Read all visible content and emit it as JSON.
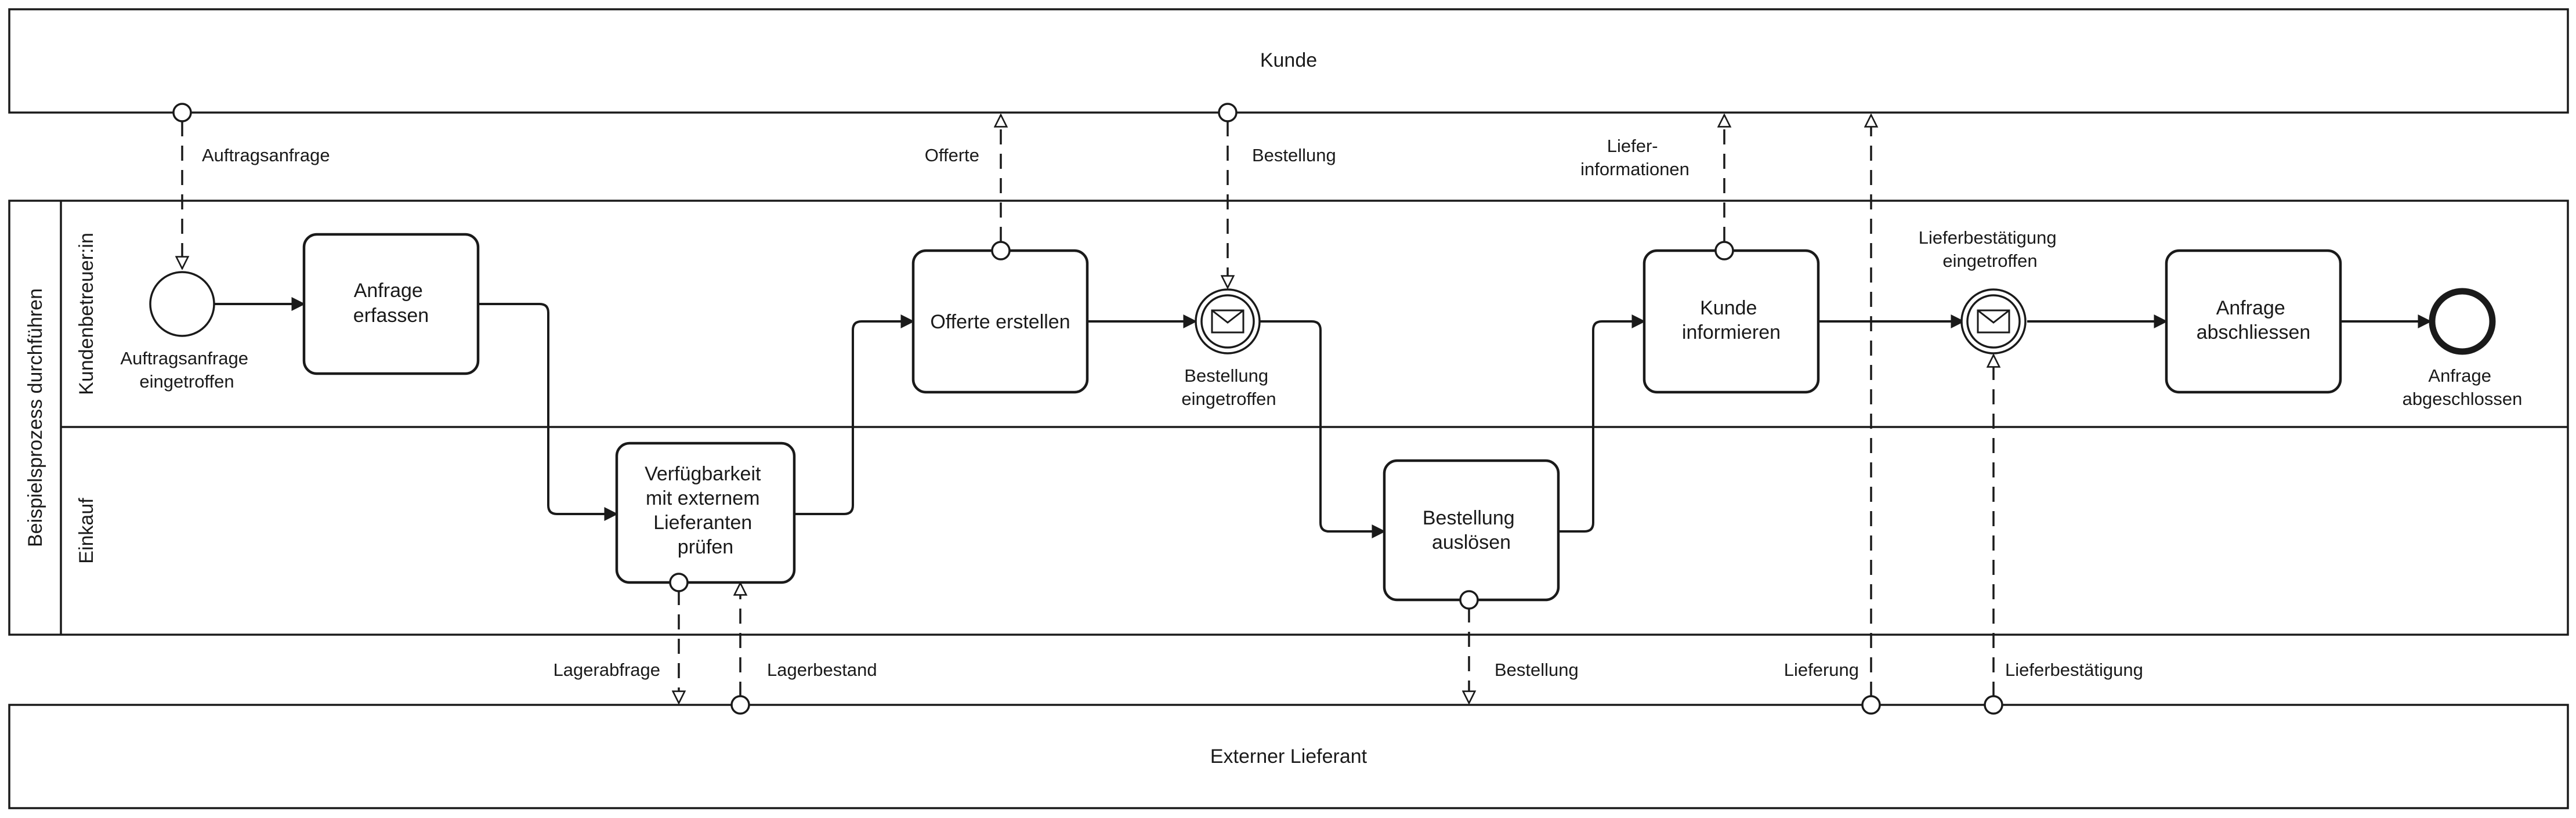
{
  "pools": {
    "top": "Kunde",
    "bottom": "Externer Lieferant",
    "main": "Beispielsprozess durchführen"
  },
  "lanes": {
    "kundenbetreuer": "Kundenbetreuer:in",
    "einkauf": "Einkauf"
  },
  "tasks": {
    "anfrage_erfassen": [
      "Anfrage",
      "erfassen"
    ],
    "offerte_erstellen": [
      "Offerte erstellen"
    ],
    "verfuegbarkeit": [
      "Verfügbarkeit",
      "mit externem",
      "Lieferanten",
      "prüfen"
    ],
    "bestellung_ausloesen": [
      "Bestellung",
      "auslösen"
    ],
    "kunde_informieren": [
      "Kunde",
      "informieren"
    ],
    "anfrage_abschliessen": [
      "Anfrage",
      "abschliessen"
    ]
  },
  "events": {
    "start": [
      "Auftragsanfrage",
      "eingetroffen"
    ],
    "bestellung_eingetroffen": [
      "Bestellung",
      "eingetroffen"
    ],
    "lieferbestaetigung_eingetroffen": [
      "Lieferbestätigung",
      "eingetroffen"
    ],
    "end": [
      "Anfrage",
      "abgeschlossen"
    ]
  },
  "messages": {
    "auftragsanfrage": "Auftragsanfrage",
    "offerte": "Offerte",
    "bestellung_kunde": "Bestellung",
    "lieferinformationen": [
      "Liefer-",
      "informationen"
    ],
    "lagerabfrage": "Lagerabfrage",
    "lagerbestand": "Lagerbestand",
    "bestellung_lieferant": "Bestellung",
    "lieferung": "Lieferung",
    "lieferbestaetigung": "Lieferbestätigung"
  }
}
